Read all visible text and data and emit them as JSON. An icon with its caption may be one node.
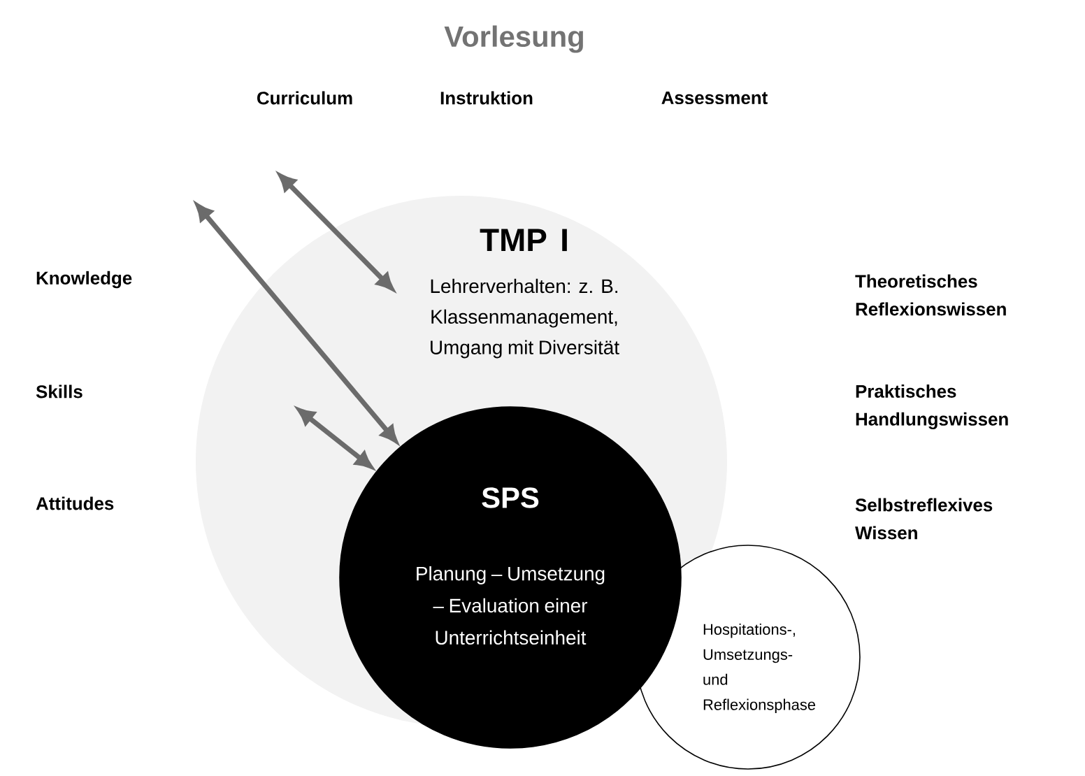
{
  "diagram": {
    "title": "Vorlesung",
    "nodes": [
      {
        "text": [
          "TMP I",
          "Lehrerverhalten: z. B. Klassenmanagement, Umgang mit Diversität"
        ]
      },
      {
        "text": [
          "SPS",
          "Planung – Umsetzung – Evaluation einer Unterrichtseinheit"
        ]
      },
      {
        "text": [
          "Hospitations-, Umsetzungs- und Reflexionsphase"
        ]
      }
    ],
    "edges": [
      {
        "from": null,
        "to": 0,
        "arrow": "both"
      },
      {
        "from": null,
        "to": 1,
        "arrow": "both"
      },
      {
        "from": null,
        "to": 1,
        "arrow": "both"
      }
    ],
    "labels": [
      "Curriculum",
      "Instruktion",
      "Assessment",
      "Knowledge",
      "Theoretisches Reflexionswissen",
      "Skills",
      "Praktisches Handlungswissen",
      "Attitudes",
      "Selbstreflexives Wissen"
    ]
  }
}
